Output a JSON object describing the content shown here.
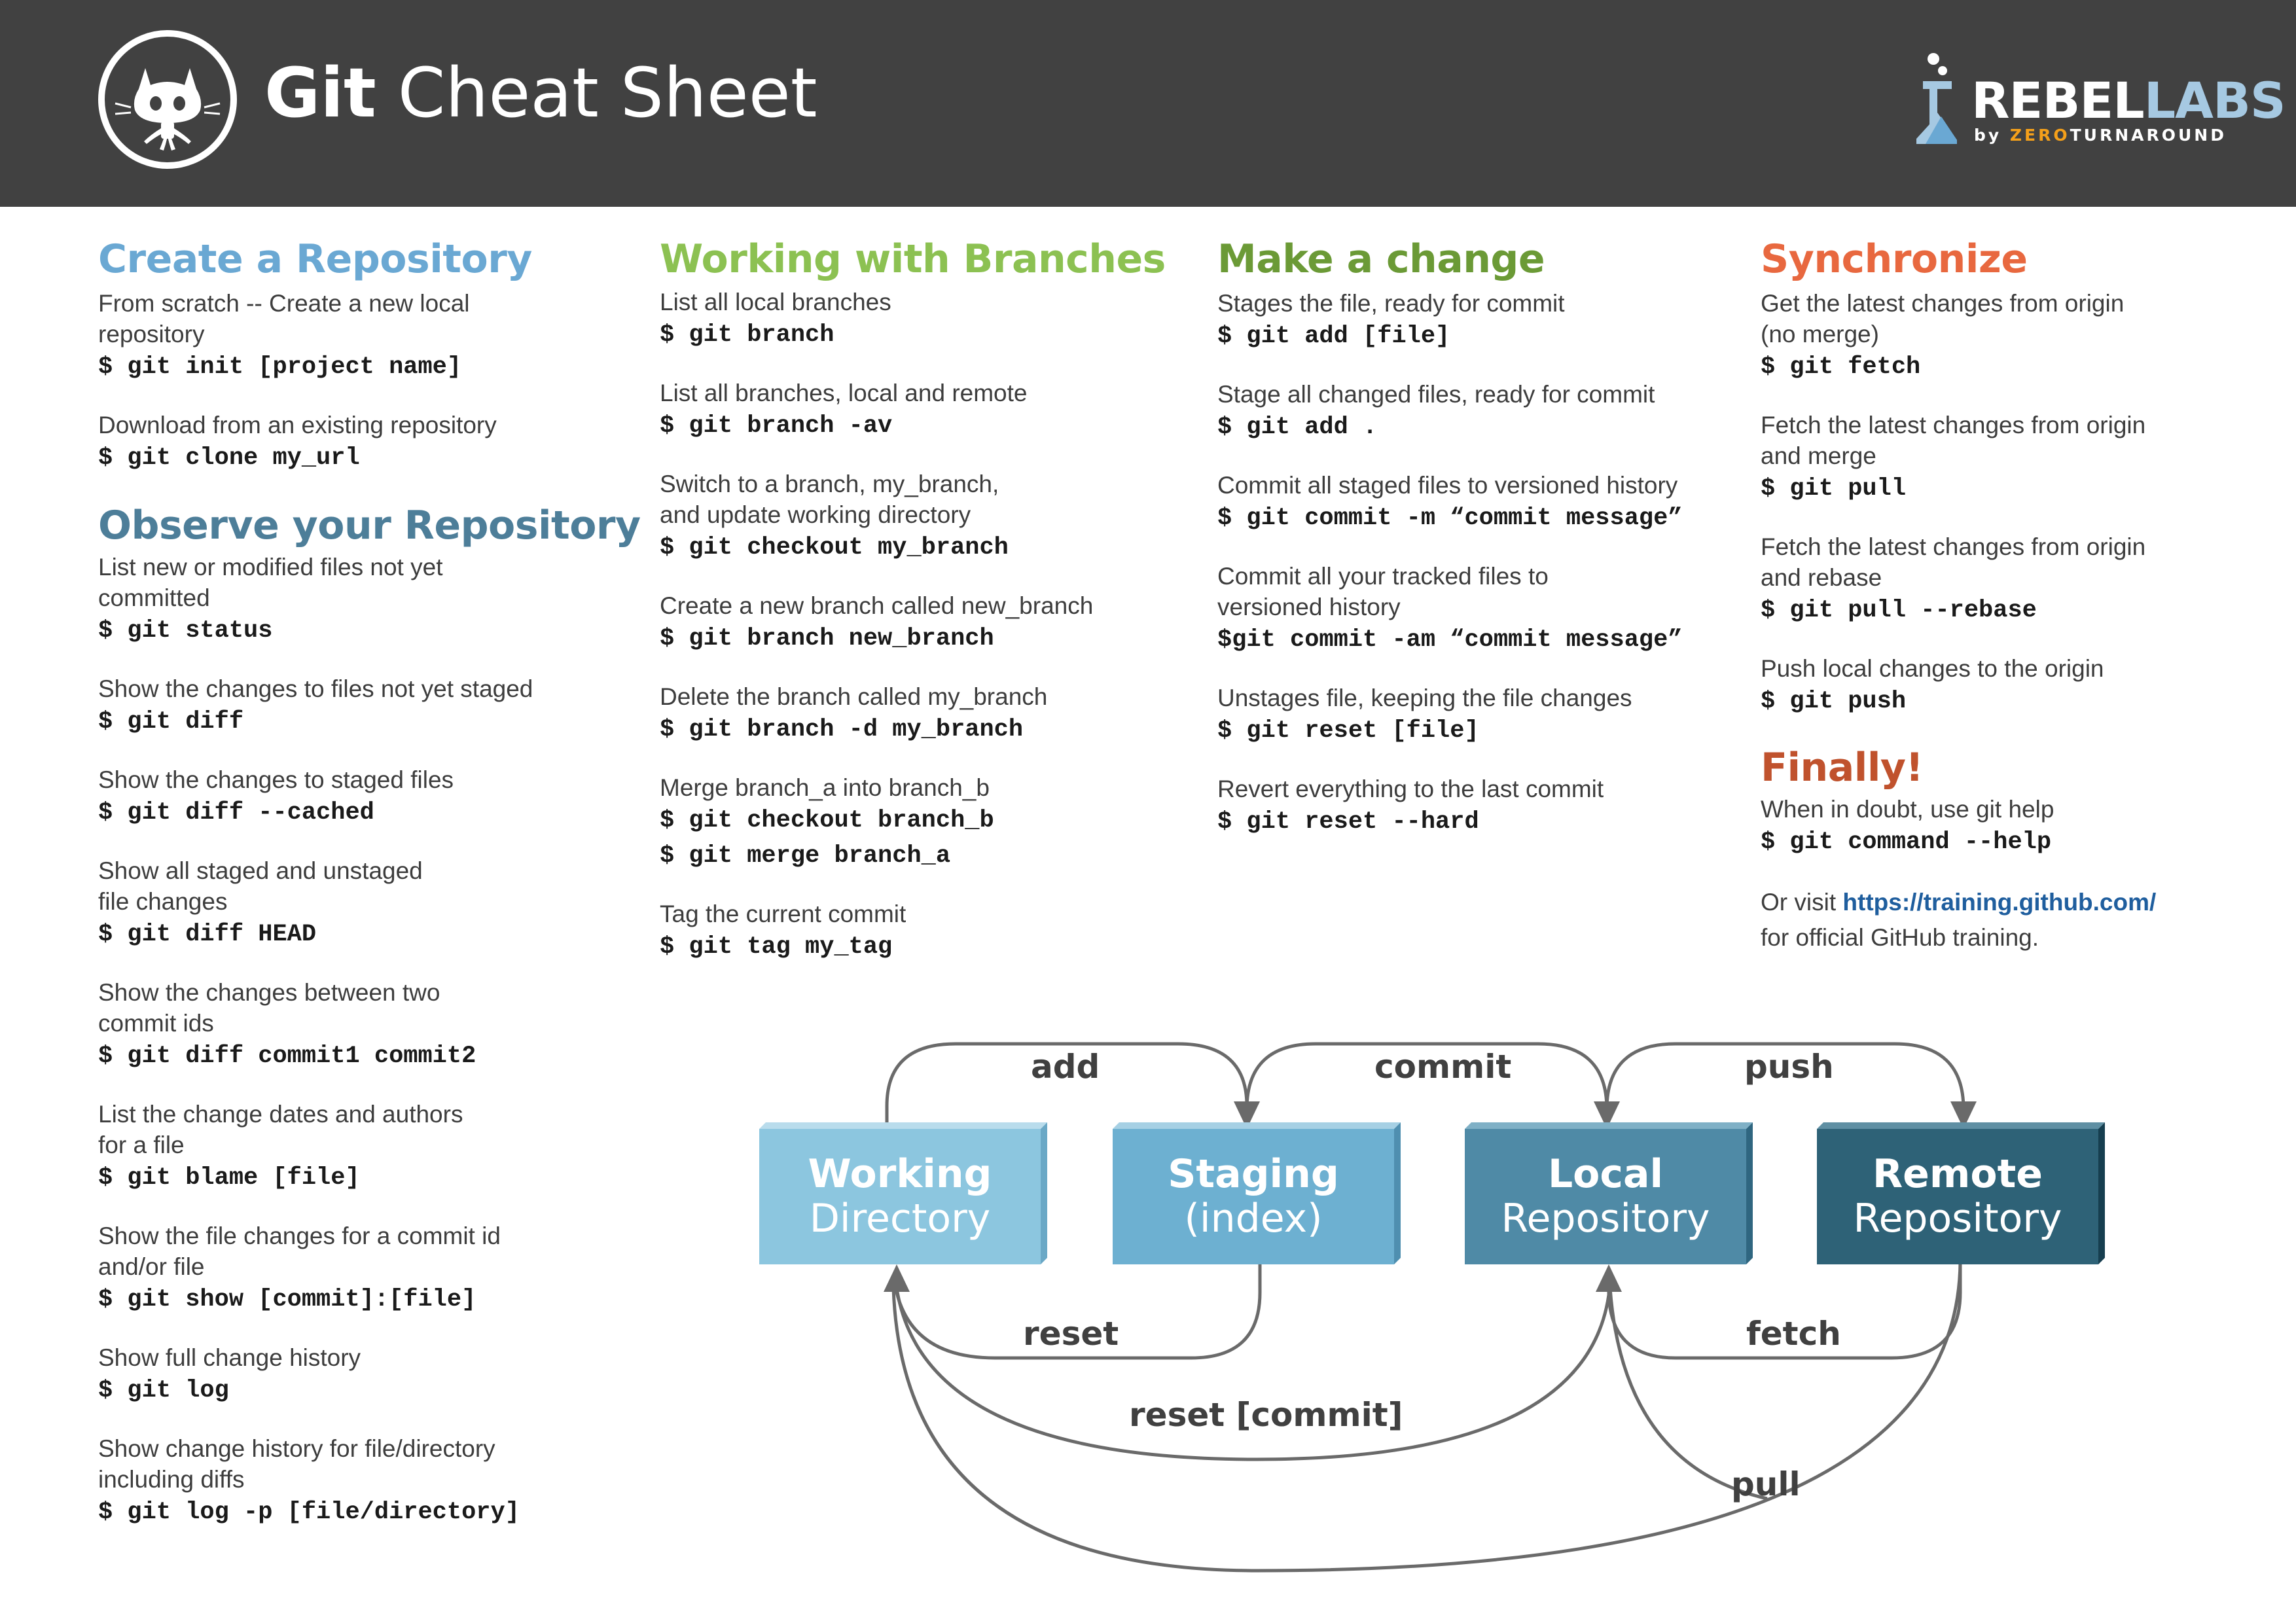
{
  "header": {
    "title_bold": "Git",
    "title_light": " Cheat Sheet",
    "brand": {
      "rebel": "REBEL",
      "labs": "LABS",
      "by": "by ",
      "zero": "ZERO",
      "turnaround": "TURNAROUND"
    }
  },
  "colors": {
    "create": "#6aa8d3",
    "observe": "#4d7e99",
    "branches": "#8cc152",
    "change": "#6b9a36",
    "sync": "#e8683f",
    "finally": "#c0522d",
    "header_bg": "#414141"
  },
  "create": {
    "title": "Create a Repository",
    "items": [
      {
        "desc": "From scratch -- Create a new local repository",
        "cmd": "$ git init [project name]"
      },
      {
        "desc": "Download from an existing repository",
        "cmd": "$ git clone my_url"
      }
    ]
  },
  "observe": {
    "title": "Observe your Repository",
    "items": [
      {
        "desc": "List new or modified files not yet committed",
        "cmd": "$ git status"
      },
      {
        "desc": "Show the changes to files not yet staged",
        "cmd": "$ git diff"
      },
      {
        "desc": "Show the changes to staged files",
        "cmd": "$ git diff --cached"
      },
      {
        "desc": "Show all staged and unstaged file changes",
        "cmd": "$ git diff HEAD"
      },
      {
        "desc": "Show the changes between two commit ids",
        "cmd": "$ git diff commit1 commit2"
      },
      {
        "desc": "List the change dates and authors for a file",
        "cmd": "$ git blame [file]"
      },
      {
        "desc": "Show the file changes for a commit id and/or file",
        "cmd": "$ git show [commit]:[file]"
      },
      {
        "desc": "Show full change history",
        "cmd": "$ git log"
      },
      {
        "desc": "Show change history for file/directory including diffs",
        "cmd": "$ git log -p [file/directory]"
      }
    ]
  },
  "branches": {
    "title": "Working with Branches",
    "items": [
      {
        "desc": "List all local branches",
        "cmd": "$ git branch"
      },
      {
        "desc": "List all branches, local and remote",
        "cmd": "$ git branch -av"
      },
      {
        "desc": "Switch to a branch, my_branch, and update working directory",
        "cmd": "$ git checkout my_branch"
      },
      {
        "desc": "Create a new branch called new_branch",
        "cmd": "$ git branch new_branch"
      },
      {
        "desc": "Delete the branch called my_branch",
        "cmd": "$ git branch -d my_branch"
      },
      {
        "desc": "Merge branch_a into branch_b",
        "cmd": "$ git checkout branch_b",
        "cmd2": "$ git merge branch_a"
      },
      {
        "desc": "Tag the current commit",
        "cmd": "$ git tag my_tag"
      }
    ]
  },
  "change": {
    "title": "Make a change",
    "items": [
      {
        "desc": "Stages the file, ready for commit",
        "cmd": "$ git add [file]"
      },
      {
        "desc": "Stage all changed files, ready for commit",
        "cmd": "$ git add ."
      },
      {
        "desc": "Commit all staged files to versioned history",
        "cmd": "$ git commit -m “commit message”"
      },
      {
        "desc": "Commit all your tracked files to versioned history",
        "cmd": "$git commit -am “commit message”"
      },
      {
        "desc": "Unstages file, keeping the file changes",
        "cmd": "$ git reset [file]"
      },
      {
        "desc": "Revert everything to the last commit",
        "cmd": "$ git reset --hard"
      }
    ]
  },
  "sync": {
    "title": "Synchronize",
    "items": [
      {
        "desc": "Get the latest changes from origin (no merge)",
        "cmd": "$ git fetch"
      },
      {
        "desc": "Fetch the latest changes from origin and merge",
        "cmd": "$ git pull"
      },
      {
        "desc": "Fetch the latest changes from origin and rebase",
        "cmd": "$ git pull --rebase"
      },
      {
        "desc": "Push local changes to the origin",
        "cmd": "$ git push"
      }
    ]
  },
  "finally": {
    "title": "Finally!",
    "desc": "When in doubt, use git help",
    "cmd": "$ git command --help",
    "visit_pre": "Or visit ",
    "link": "https://training.github.com/",
    "visit_post": "for official GitHub training."
  },
  "diagram": {
    "boxes": [
      {
        "bold": "Working",
        "light": "Directory",
        "color": "#8cc6df"
      },
      {
        "bold": "Staging",
        "light": "(index)",
        "color": "#6db0d1"
      },
      {
        "bold": "Local",
        "light": "Repository",
        "color": "#4f8aa6"
      },
      {
        "bold": "Remote",
        "light": "Repository",
        "color": "#2e6277"
      }
    ],
    "arrows": {
      "add": "add",
      "commit": "commit",
      "push": "push",
      "reset": "reset",
      "fetch": "fetch",
      "reset_commit": "reset [commit]",
      "pull": "pull"
    }
  }
}
